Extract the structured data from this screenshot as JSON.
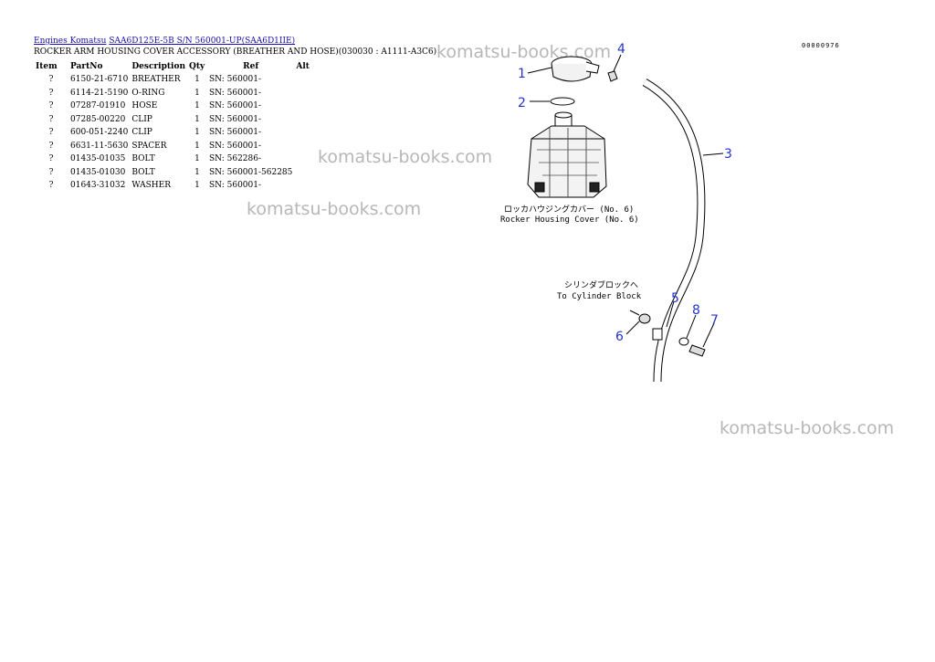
{
  "breadcrumb": {
    "link1": "Engines Komatsu",
    "link2": "SAA6D125E-5B S/N 560001-UP(SAA6D1IIE)"
  },
  "title": "ROCKER ARM HOUSING COVER ACCESSORY (BREATHER AND HOSE)(030030 : A1111-A3C6)",
  "doc_number": "00000976",
  "table": {
    "headers": [
      "Item",
      "PartNo",
      "Description",
      "Qty",
      "Ref",
      "Alt"
    ],
    "rows": [
      [
        "?",
        "6150-21-6710",
        "BREATHER",
        "1",
        "SN: 560001-",
        ""
      ],
      [
        "?",
        "6114-21-5190",
        "O-RING",
        "1",
        "SN: 560001-",
        ""
      ],
      [
        "?",
        "07287-01910",
        "HOSE",
        "1",
        "SN: 560001-",
        ""
      ],
      [
        "?",
        "07285-00220",
        "CLIP",
        "1",
        "SN: 560001-",
        ""
      ],
      [
        "?",
        "600-051-2240",
        "CLIP",
        "1",
        "SN: 560001-",
        ""
      ],
      [
        "?",
        "6631-11-5630",
        "SPACER",
        "1",
        "SN: 560001-",
        ""
      ],
      [
        "?",
        "01435-01035",
        "BOLT",
        "1",
        "SN: 562286-",
        ""
      ],
      [
        "?",
        "01435-01030",
        "BOLT",
        "1",
        "SN: 560001-562285",
        ""
      ],
      [
        "?",
        "01643-31032",
        "WASHER",
        "1",
        "SN: 560001-",
        ""
      ]
    ]
  },
  "watermarks": [
    "komatsu-books.com",
    "komatsu-books.com",
    "komatsu-books.com",
    "komatsu-books.com"
  ],
  "diagram": {
    "callouts": [
      "1",
      "2",
      "3",
      "4",
      "5",
      "6",
      "7",
      "8"
    ],
    "caption_jp": "ロッカハウジングカバー (No. 6)",
    "caption_en": "Rocker Housing Cover (No. 6)",
    "label_jp": "シリンダブロックへ",
    "label_en": "To Cylinder Block",
    "callout_color": "#2233cc"
  }
}
